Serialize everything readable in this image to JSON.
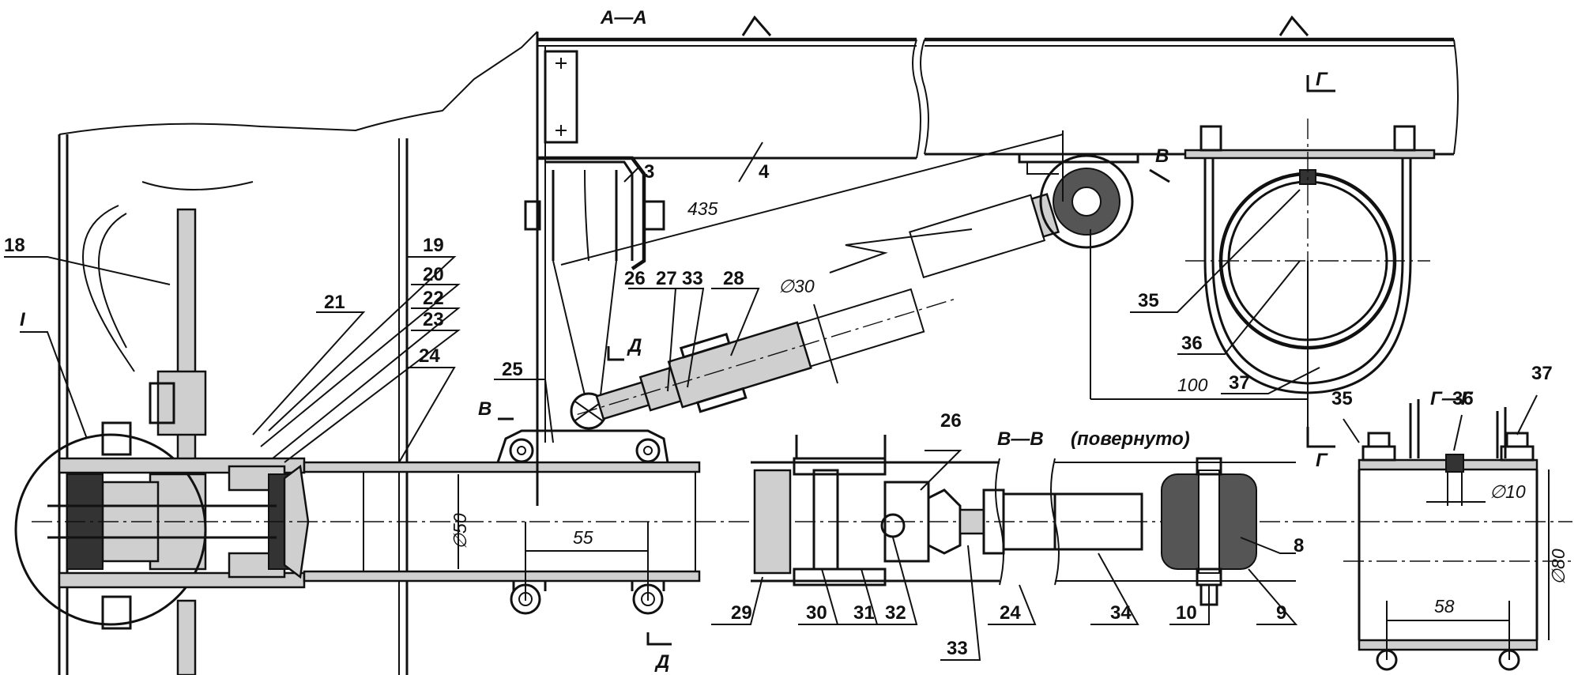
{
  "sections": {
    "aa": "А—А",
    "gg_marker": "Г",
    "gg_title": "Г—Г",
    "vv_title": "В—В",
    "vv_note": "(повернуто)",
    "v_marker": "В",
    "d_marker": "Д",
    "detail": "I"
  },
  "dims": {
    "d435": "435",
    "d30": "∅30",
    "d100": "100",
    "d50": "∅50",
    "d55": "55",
    "d10": "∅10",
    "d80": "∅80",
    "d58": "58"
  },
  "callouts": {
    "c3": "3",
    "c4": "4",
    "c18": "18",
    "c19": "19",
    "c20": "20",
    "c21": "21",
    "c22": "22",
    "c23": "23",
    "c24a": "24",
    "c25": "25",
    "c26a": "26",
    "c27": "27",
    "c33a": "33",
    "c28": "28",
    "c35a": "35",
    "c36a": "36",
    "c37a": "37",
    "c35b": "35",
    "c36b": "36",
    "c37b": "37",
    "c26b": "26",
    "c8": "8",
    "c29": "29",
    "c30": "30",
    "c31": "31",
    "c32": "32",
    "c33b": "33",
    "c24b": "24",
    "c34": "34",
    "c10": "10",
    "c9": "9"
  }
}
